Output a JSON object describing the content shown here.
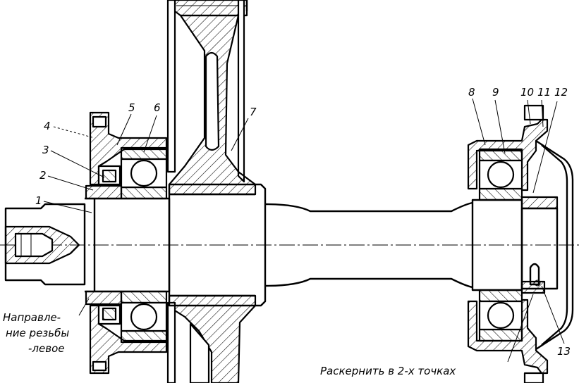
{
  "drawing": {
    "part_numbers": [
      "1",
      "2",
      "3",
      "4",
      "5",
      "6",
      "7",
      "8",
      "9",
      "10",
      "11",
      "12",
      "13"
    ],
    "thread_note": [
      "Направле-",
      "ние резьбы",
      "-левое"
    ],
    "punch_note": "Раскернить в 2-х точках"
  }
}
